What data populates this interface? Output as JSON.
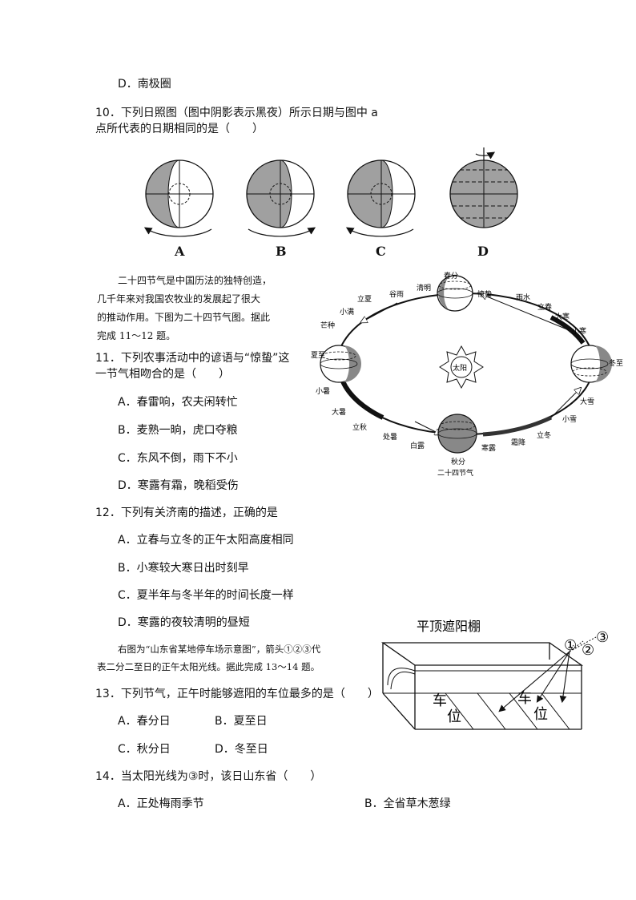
{
  "q9": {
    "option_d": "D．南极圈"
  },
  "q10": {
    "stem_line1": "10．下列日照图（图中阴影表示黑夜）所示日期与图中 a",
    "stem_line2": "点所代表的日期相同的是（　　）",
    "labels": [
      "A",
      "B",
      "C",
      "D"
    ]
  },
  "intro_solar_terms": {
    "lines": [
      "二十四节气是中国历法的独特创造，",
      "几千年来对我国农牧业的发展起了很大",
      "的推动作用。下图为二十四节气图。据此",
      "完成 11～12 题。"
    ]
  },
  "diagram24": {
    "sun": "太阳",
    "caption": "二十四节气",
    "terms": {
      "chunfen": "春分",
      "jingzhe": "惊蛰",
      "yushui": "雨水",
      "lichun": "立春",
      "dahan": "大寒",
      "xiaohan": "小寒",
      "dongzhi": "冬至",
      "daxue": "大雪",
      "xiaoxue": "小雪",
      "lidong": "立冬",
      "shuangjiang": "霜降",
      "hanlu": "寒露",
      "qiufen": "秋分",
      "bailu": "白露",
      "chushu": "处暑",
      "liqiu": "立秋",
      "dashu": "大暑",
      "xiaoshu": "小暑",
      "xiazhi": "夏至",
      "mangzhong": "芒种",
      "xiaoman": "小满",
      "lixia": "立夏",
      "guyu": "谷雨",
      "qingming": "清明"
    }
  },
  "q11": {
    "stem_line1": "11．下列农事活动中的谚语与“惊蛰”这",
    "stem_line2": "一节气相吻合的是（　　）",
    "options": [
      "A．春雷响，农夫闲转忙",
      "B．麦熟一晌，虎口夺粮",
      "C．东风不倒，雨下不小",
      "D．寒露有霜，晚稻受伤"
    ]
  },
  "q12": {
    "stem": "12．下列有关济南的描述，正确的是",
    "options": [
      "A．立春与立冬的正午太阳高度相同",
      "B．小寒较大寒日出时刻早",
      "C．夏半年与冬半年的时间长度一样",
      "D．寒露的夜较清明的昼短"
    ]
  },
  "intro_parking": {
    "line1": "右图为“山东省某地停车场示意图”，箭头①②③代",
    "line2": "表二分二至日的正午太阳光线。据此完成 13～14 题。"
  },
  "parking": {
    "title": "平顶遮阳棚",
    "spot1": [
      "车",
      "位"
    ],
    "spot2": [
      "车",
      "位"
    ],
    "rays": [
      "①",
      "②",
      "③"
    ]
  },
  "q13": {
    "stem": "13．下列节气，正午时能够遮阳的车位最多的是（　　）",
    "options": [
      "A．春分日",
      "B．夏至日",
      "C．秋分日",
      "D．冬至日"
    ]
  },
  "q14": {
    "stem": "14．当太阳光线为③时，该日山东省（　　）",
    "options": [
      "A．正处梅雨季节",
      "B．全省草木葱绿"
    ]
  }
}
